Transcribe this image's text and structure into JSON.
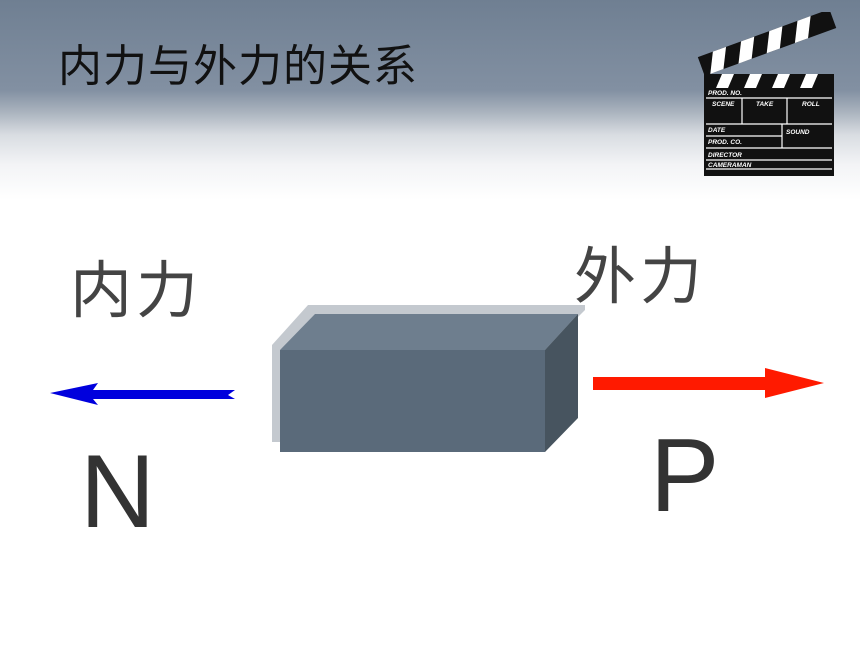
{
  "slide": {
    "title": "内力与外力的关系",
    "internal_force_label": "内力",
    "external_force_label": "外力",
    "n_label": "N",
    "p_label": "P"
  },
  "clapperboard": {
    "icon": "clapperboard-icon",
    "prod_no": "PROD. NO.",
    "scene": "SCENE",
    "take": "TAKE",
    "roll": "ROLL",
    "date": "DATE",
    "sound": "SOUND",
    "prod_co": "PROD. CO.",
    "director": "DIRECTOR",
    "cameraman": "CAMERAMAN"
  },
  "colors": {
    "internal_arrow": "#0000dd",
    "external_arrow": "#ff1a00",
    "block_front": "#5a6a7a",
    "block_top": "#6e7e8e",
    "block_side": "#47545f"
  }
}
